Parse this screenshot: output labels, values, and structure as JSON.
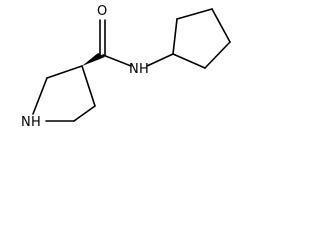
{
  "molecule": {
    "atoms": {
      "carbonyl_oxygen": "O",
      "amide_nitrogen": "N",
      "amide_hydrogen": "H",
      "ring_nitrogen": "N",
      "ring_hydrogen": "H"
    },
    "colors": {
      "bond": "#000000",
      "label": "#000000",
      "background": "#ffffff"
    }
  }
}
